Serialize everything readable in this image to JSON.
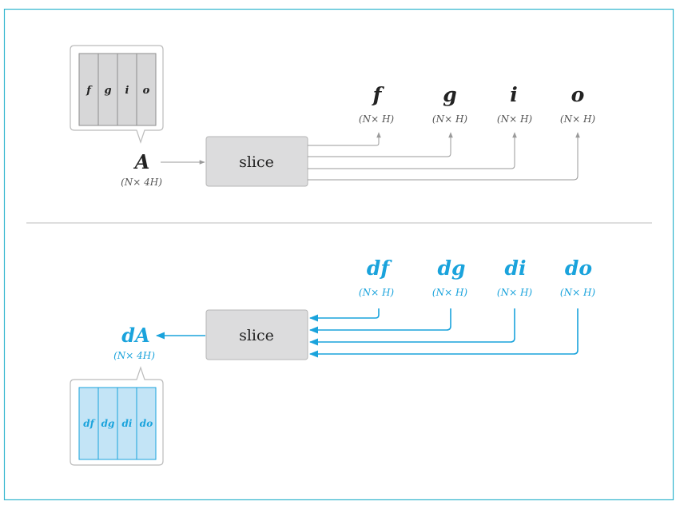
{
  "colors": {
    "frame": "#35b6cf",
    "divider": "#bdbdbd",
    "ink": "#222222",
    "muted": "#555555",
    "arrow_gray": "#9a9a9a",
    "grad": "#1aa3dc",
    "box_fill": "#dcdcdd",
    "box_stroke": "#b6b6b6",
    "cell_fill": "#d7d7d8",
    "grad_cell_fill": "#c3e4f6"
  },
  "forward": {
    "input_label": "A",
    "input_dim": "(N× 4H)",
    "node_label": "slice",
    "outputs": [
      {
        "label": "f",
        "dim": "(N× H)"
      },
      {
        "label": "g",
        "dim": "(N× H)"
      },
      {
        "label": "i",
        "dim": "(N× H)"
      },
      {
        "label": "o",
        "dim": "(N× H)"
      }
    ],
    "callout_cells": [
      "f",
      "g",
      "i",
      "o"
    ]
  },
  "backward": {
    "output_label": "dA",
    "output_dim": "(N× 4H)",
    "node_label": "slice",
    "inputs": [
      {
        "label": "df",
        "dim": "(N× H)"
      },
      {
        "label": "dg",
        "dim": "(N× H)"
      },
      {
        "label": "di",
        "dim": "(N× H)"
      },
      {
        "label": "do",
        "dim": "(N× H)"
      }
    ],
    "callout_cells": [
      "df",
      "dg",
      "di",
      "do"
    ]
  }
}
